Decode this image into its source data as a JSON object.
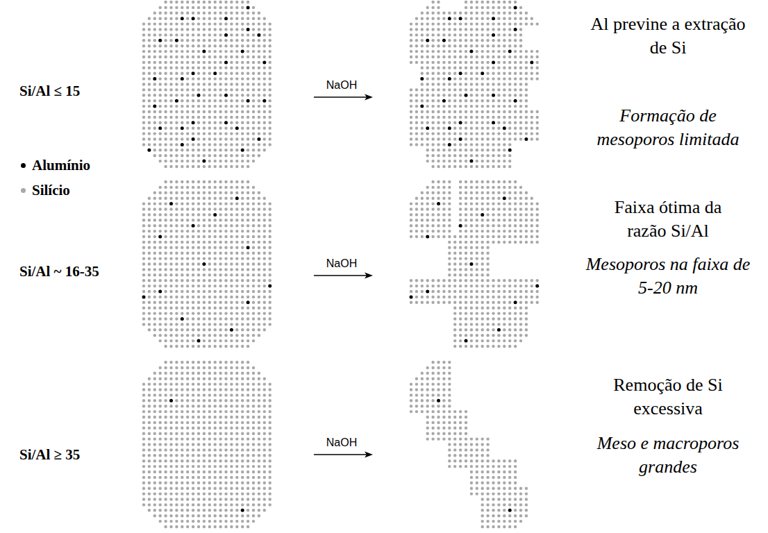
{
  "diagram": {
    "labels": [
      "Si/Al ≤ 15",
      "NaOH",
      "Al previne a extração de Si",
      "Formação de mesoporos limitada",
      "Si/Al ~ 16-35",
      "NaOH",
      "Faixa ótima da razão Si/Al",
      "Mesoporos na faixa de 5-20 nm",
      "Si/Al ≥ 35",
      "NaOH",
      "Remoção de Si excessiva",
      "Meso e macroporos grandes"
    ],
    "legend": [
      {
        "text": "Alumínio",
        "color": "#000000"
      },
      {
        "text": "Silício",
        "color": "#a8a8a8"
      }
    ]
  }
}
